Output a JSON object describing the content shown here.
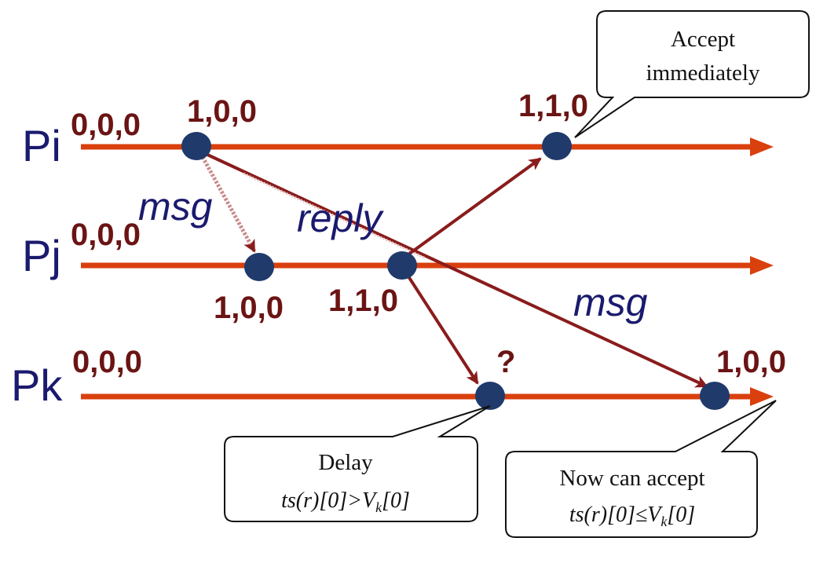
{
  "processes": [
    {
      "name": "Pi",
      "start_clock": "0,0,0"
    },
    {
      "name": "Pj",
      "start_clock": "0,0,0"
    },
    {
      "name": "Pk",
      "start_clock": "0,0,0"
    }
  ],
  "events": {
    "pi_send": "1,0,0",
    "pi_receive": "1,1,0",
    "pj_receive": "1,0,0",
    "pj_send": "1,1,0",
    "pk_unknown": "?",
    "pk_receive": "1,0,0"
  },
  "messages": {
    "msg_to_pj": "msg",
    "reply": "reply",
    "msg_to_pk": "msg"
  },
  "callouts": {
    "accept": {
      "line1": "Accept",
      "line2": "immediately"
    },
    "delay": {
      "line1": "Delay",
      "formula_a": "ts(r)[0]>V",
      "formula_sub": "k",
      "formula_b": "[0]"
    },
    "now_accept": {
      "line1": "Now can accept",
      "formula_a": "ts(r)[0]≤V",
      "formula_sub": "k",
      "formula_b": "[0]"
    }
  },
  "colors": {
    "timeline": "#d9400e",
    "message_arrow": "#8a1c1c",
    "event_dot": "#1f3a6b",
    "clock_text": "#6b1414",
    "process_text": "#1a1a6e"
  }
}
